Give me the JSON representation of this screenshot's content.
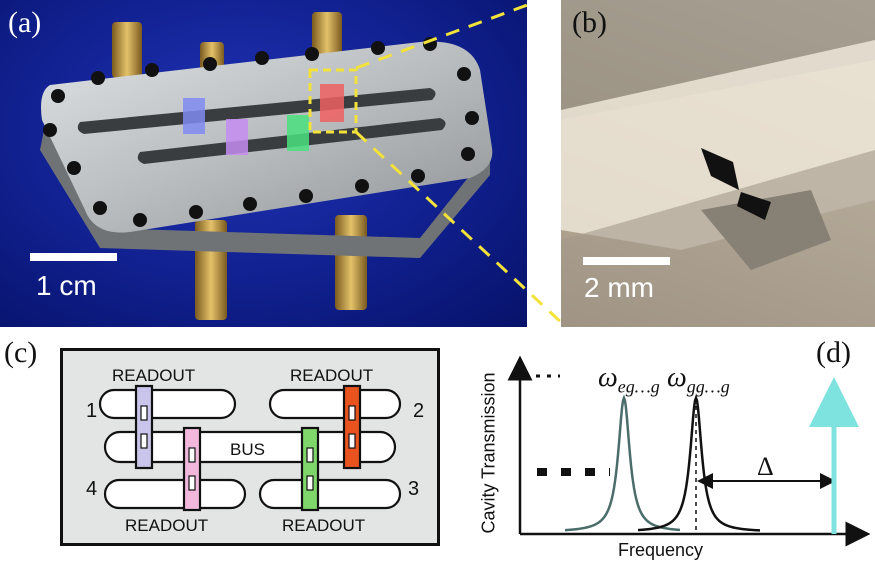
{
  "panels": {
    "a": {
      "label": "(a)",
      "scale_bar": "1 cm"
    },
    "b": {
      "label": "(b)",
      "scale_bar": "2 mm"
    },
    "c": {
      "label": "(c)",
      "readout_labels": [
        "READOUT",
        "READOUT",
        "READOUT",
        "READOUT"
      ],
      "bus_label": "BUS",
      "qubit_numbers": [
        "1",
        "2",
        "3",
        "4"
      ],
      "qubit_colors": {
        "q1": "#c9c4ea",
        "q2": "#e8531f",
        "q3": "#7fd66a",
        "q4": "#f2b8dc"
      },
      "box_fill": "#e3e4e4"
    },
    "d": {
      "label": "(d)",
      "ylabel": "Cavity Transmission",
      "xlabel": "Frequency",
      "peak1_label": "ω",
      "peak1_sub": "eg…g",
      "peak2_label": "ω",
      "peak2_sub": "gg…g",
      "delta_label": "Δ",
      "drive_color": "#7ee3de",
      "peak1_color": "#4a6d6a"
    }
  }
}
